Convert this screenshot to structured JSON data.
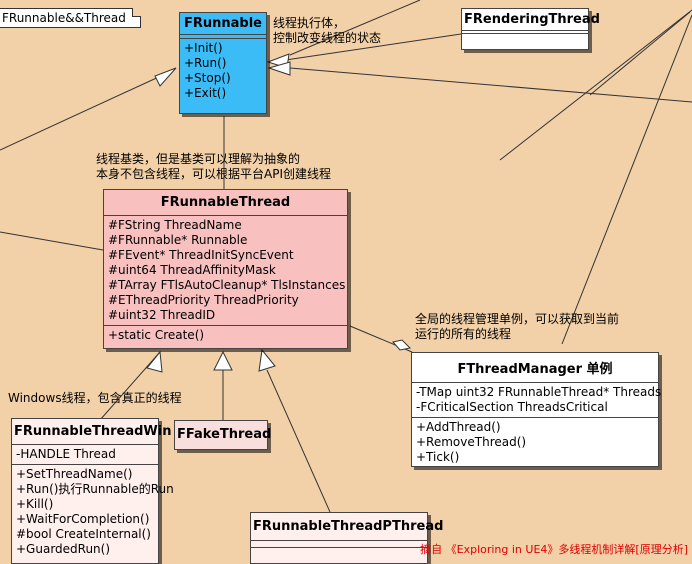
{
  "frame_label": "FRunnable&&Thread",
  "classes": {
    "frunnable": {
      "name": "FRunnable",
      "attributes": [],
      "operations": [
        "+Init()",
        "+Run()",
        "+Stop()",
        "+Exit()"
      ],
      "color": "#3bbcf7"
    },
    "frenderingthread": {
      "name": "FRenderingThread",
      "color": "#ffffff"
    },
    "frunnablethread": {
      "name": "FRunnableThread",
      "attributes": [
        "#FString ThreadName",
        "#FRunnable* Runnable",
        "#FEvent* ThreadInitSyncEvent",
        "#uint64 ThreadAffinityMask",
        "#TArray FTlsAutoCleanup*  TlsInstances",
        "#EThreadPriority ThreadPriority",
        "#uint32 ThreadID"
      ],
      "operations": [
        "+static Create()"
      ],
      "color": "#f9c0c0"
    },
    "fthreadmanager": {
      "name": "FThreadManager 单例",
      "attributes": [
        "-TMap uint32 FRunnableThread* Threads",
        "-FCriticalSection ThreadsCritical"
      ],
      "operations": [
        "+AddThread()",
        "+RemoveThread()",
        "+Tick()"
      ],
      "color": "#ffffff"
    },
    "frunnablethreadwin": {
      "name": "FRunnableThreadWin",
      "attributes": [
        "-HANDLE Thread"
      ],
      "operations": [
        "+SetThreadName()",
        "+Run()执行Runnable的Run",
        "+Kill()",
        "+WaitForCompletion()",
        "#bool CreateInternal()",
        "+GuardedRun()"
      ],
      "color": "#fff0ee"
    },
    "ffakethread": {
      "name": "FFakeThread",
      "color": "#f9dede"
    },
    "frunnablethreadpthread": {
      "name": "FRunnableThreadPThread",
      "color": "#fff0ee"
    }
  },
  "notes": {
    "frunnable_note": [
      "线程执行体，",
      "控制改变线程的状态"
    ],
    "thread_note": [
      "线程基类，但是基类可以理解为抽象的",
      "本身不包含线程，可以根据平台API创建线程"
    ],
    "manager_note": [
      "全局的线程管理单例，可以获取到当前",
      "运行的所有的线程"
    ],
    "windows_note": [
      "Windows线程，包含真正的线程"
    ]
  },
  "credit": "摘自 《Exploring in UE4》多线程机制详解[原理分析]"
}
